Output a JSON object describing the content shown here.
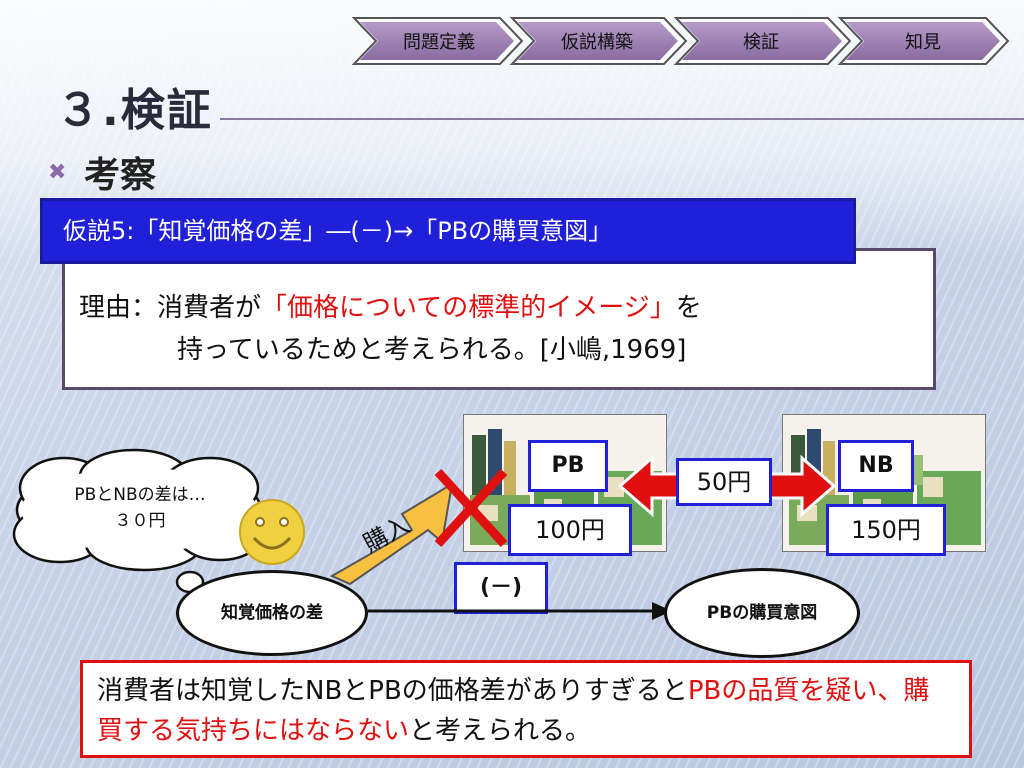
{
  "nav": {
    "steps": [
      {
        "label": "問題定義"
      },
      {
        "label": "仮説構築"
      },
      {
        "label": "検証"
      },
      {
        "label": "知見"
      }
    ]
  },
  "slide": {
    "title": "３.検証",
    "bullet": "考察"
  },
  "hypothesis": {
    "text": "仮説5:「知覚価格の差」―(－)→「PBの購買意図」"
  },
  "reason": {
    "prefix": "理由：消費者が",
    "highlight": "「価格についての標準的イメージ」",
    "suffix": "を",
    "line2": "持っているためと考えられる。[小嶋,1969]"
  },
  "diagram": {
    "thought_line1": "PBとNBの差は…",
    "thought_line2": "３０円",
    "purchase_label": "購入",
    "pb_label": "PB",
    "nb_label": "NB",
    "diff_label": "50円",
    "pb_price": "100円",
    "nb_price": "150円",
    "negative_label": "(－)",
    "node_perceived": "知覚価格の差",
    "node_intent": "PBの購買意図"
  },
  "conclusion": {
    "part1": "消費者は知覚したNBとPBの価格差がありすぎると",
    "part2_red": "PBの品質を疑い、購買する気持ちにはならない",
    "part3": "と考えられる。"
  },
  "colors": {
    "accent_blue": "#2020d8",
    "alert_red": "#e01010",
    "nav_purple": "#8a6ca2"
  }
}
